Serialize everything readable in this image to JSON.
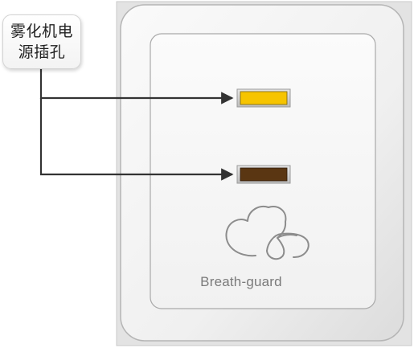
{
  "callout": {
    "line1": "雾化机电",
    "line2": "源插孔"
  },
  "device": {
    "brand_text": "Breath-guard",
    "logo_icon": "cloud-logo-icon"
  },
  "sockets": [
    {
      "name": "upper-socket",
      "color": "#F6C400"
    },
    {
      "name": "lower-socket",
      "color": "#5A3612"
    }
  ],
  "colors": {
    "connector_line": "#333333",
    "plate_border": "#b5b5b5"
  }
}
